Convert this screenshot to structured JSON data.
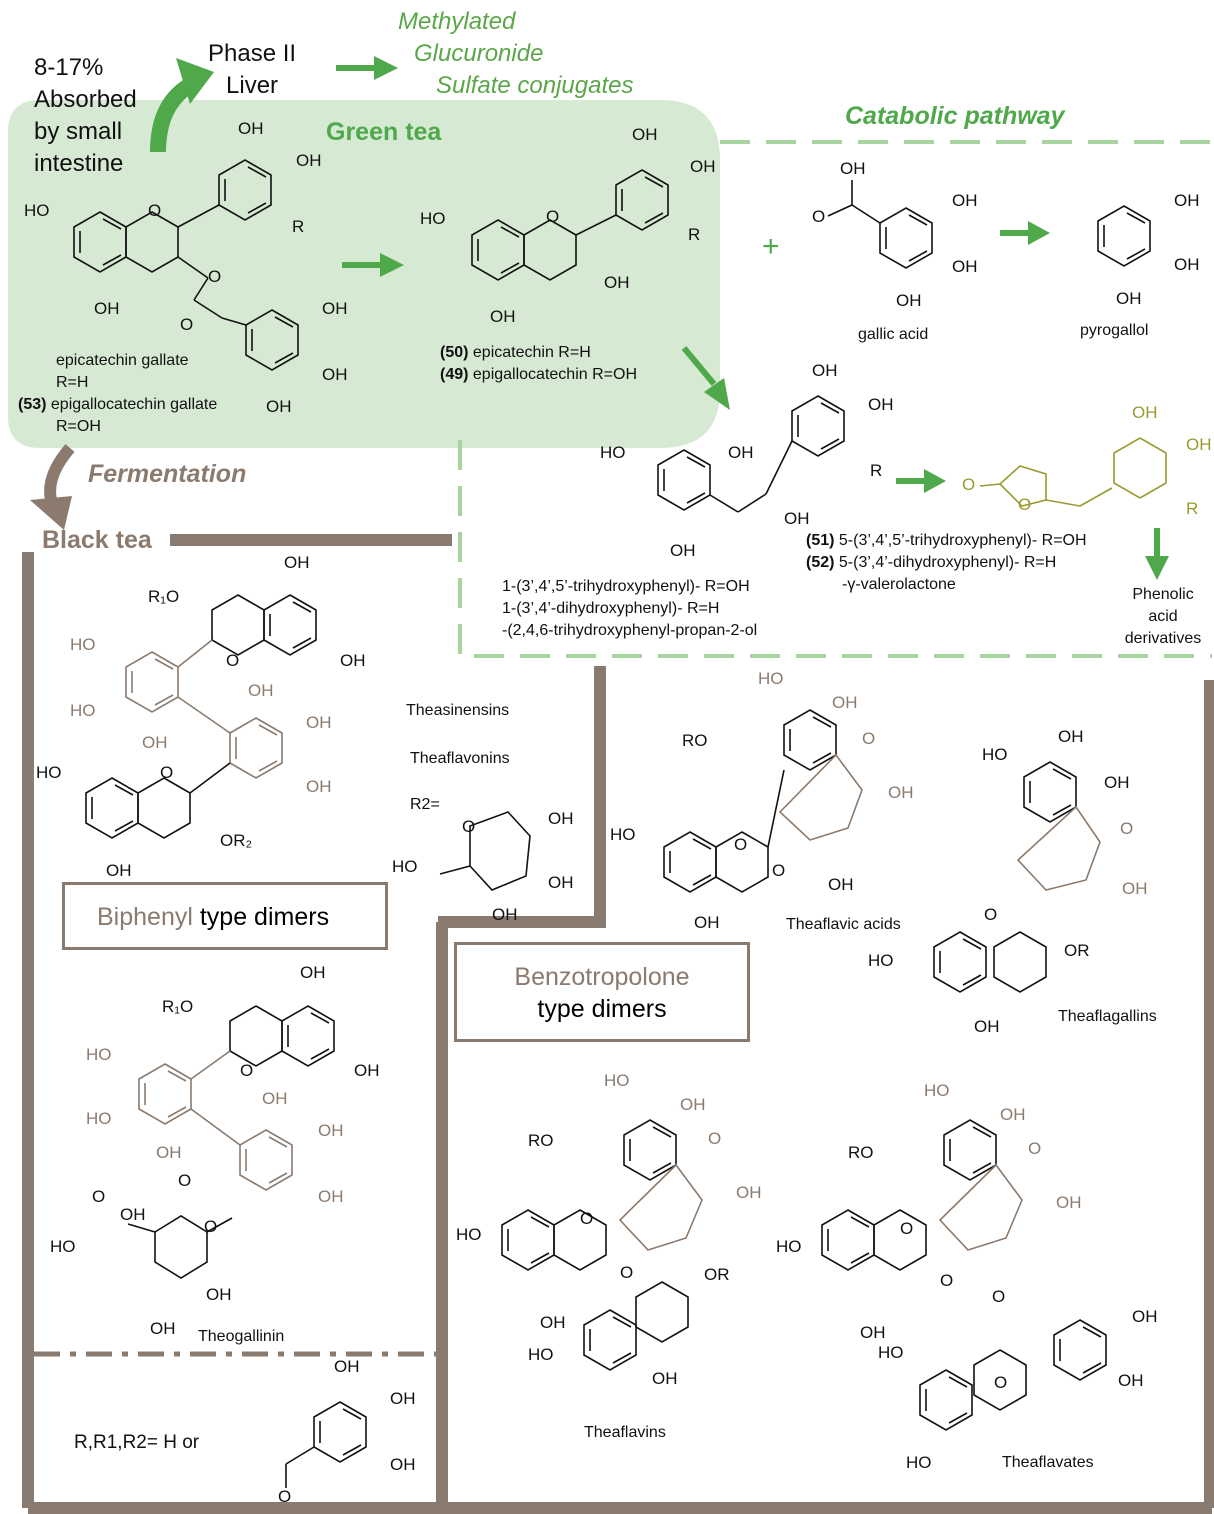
{
  "absorption": {
    "percent": "8-17%",
    "line2": "Absorbed",
    "line3": "by small",
    "line4": "intestine"
  },
  "phase2": {
    "line1": "Phase II",
    "line2": "Liver"
  },
  "conjugates": {
    "line1": "Methylated",
    "line2": "Glucuronide",
    "line3": "Sulfate conjugates"
  },
  "green_tea": {
    "title": "Green tea"
  },
  "catabolic": {
    "title": "Catabolic pathway"
  },
  "compounds": {
    "ecg": {
      "line1": "epicatechin gallate",
      "line2": "R=H",
      "num": "(53)",
      "line3": " epigallocatechin gallate",
      "line4": "R=OH"
    },
    "ec": {
      "num1": "(50)",
      "line1": " epicatechin R=H",
      "num2": "(49)",
      "line2": " epigallocatechin R=OH"
    },
    "gallic": "gallic acid",
    "pyrogallol": "pyrogallol",
    "propanol": {
      "line1": "1-(3’,4’,5’-trihydroxyphenyl)- R=OH",
      "line2": "1-(3’,4’-dihydroxyphenyl)- R=H",
      "line3": "-(2,4,6-trihydroxyphenyl-propan-2-ol"
    },
    "valerolactone": {
      "num1": "(51)",
      "line1": " 5-(3’,4’,5’-trihydroxyphenyl)- R=OH",
      "num2": "(52)",
      "line2": " 5-(3’,4’-dihydroxyphenyl)- R=H",
      "line3": "-γ-valerolactone"
    },
    "phenolic": {
      "line1": "Phenolic",
      "line2": "acid",
      "line3": "derivatives"
    }
  },
  "fermentation": "Fermentation",
  "black_tea": "Black tea",
  "biphenyl": {
    "theasinensins": "Theasinensins",
    "theaflavonins": "Theaflavonins",
    "r2": "R2=",
    "title_a": "Biphenyl",
    "title_b": " type dimers",
    "theogallinin": "Theogallinin"
  },
  "benzotropolone": {
    "title_a": "Benzotropolone",
    "title_b": "type dimers",
    "theaflavic": "Theaflavic acids",
    "theaflagallins": "Theaflagallins",
    "theaflavins": "Theaflavins",
    "theaflavates": "Theaflavates"
  },
  "r_def": "R,R1,R2= H or",
  "atoms": {
    "oh": "OH",
    "ho": "HO",
    "o": "O",
    "r": "R",
    "ro": "RO",
    "r1o": "R₁O",
    "or": "OR",
    "or2": "OR₂"
  },
  "colors": {
    "green_panel": "#d6ead3",
    "arrow_green": "#4fa84a",
    "dash_green": "#a7d39f",
    "brown": "#8a7b70",
    "olive": "#9a9a2e"
  }
}
